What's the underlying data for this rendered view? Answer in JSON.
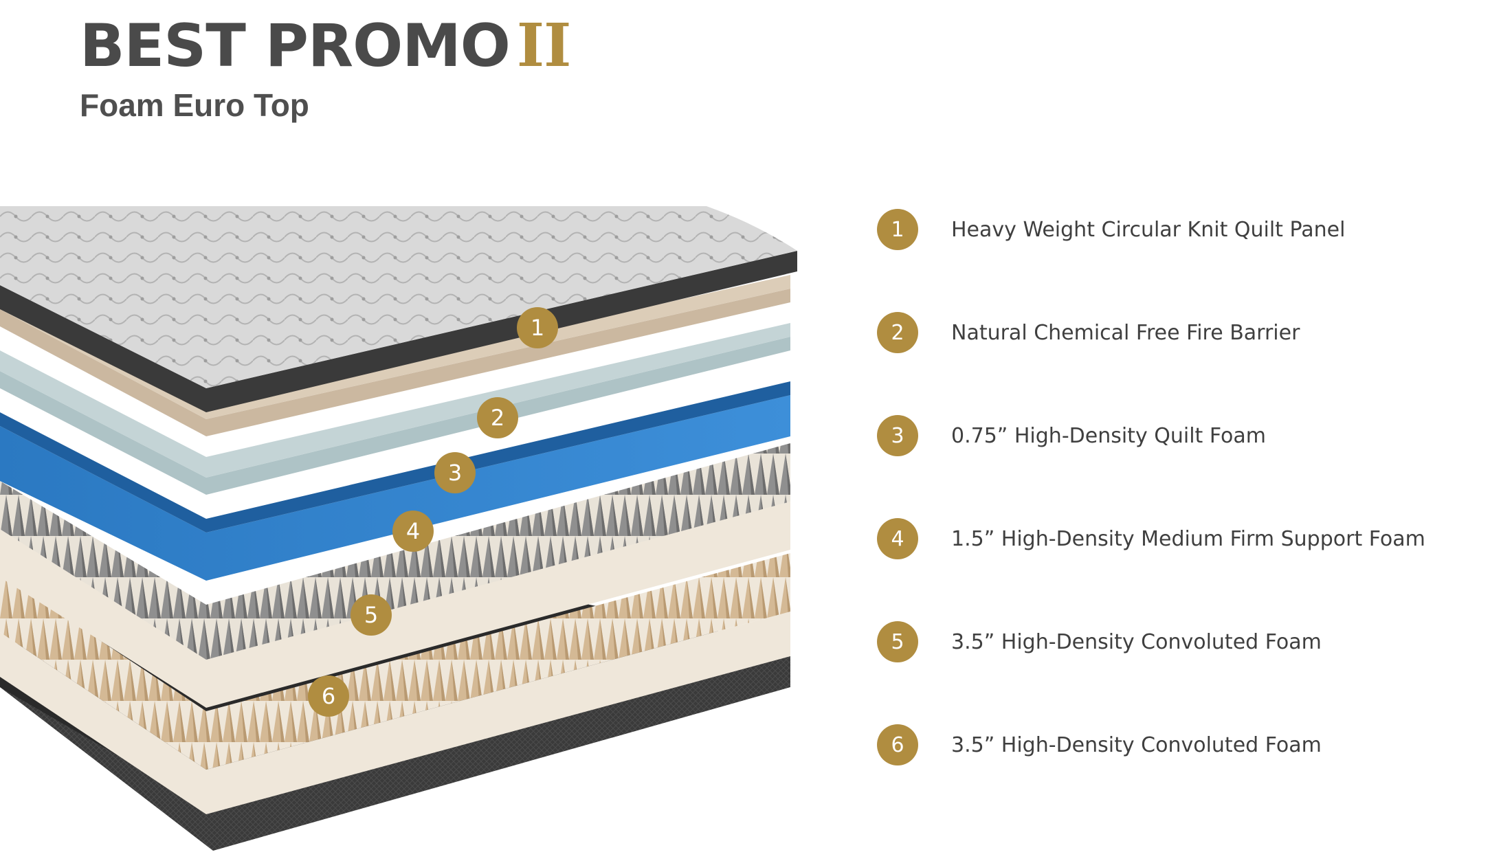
{
  "colors": {
    "accent": "#b08d40",
    "title_text": "#4a4a4a",
    "quilt_panel": "#d6d6d6",
    "fire_barrier": "#cbb8a0",
    "quilt_foam": "#aec3c6",
    "support_foam": "#2e7fc7",
    "convoluted_foam_grey": "#9a9a9a",
    "convoluted_foam_tan": "#d8c2a4",
    "foam_base": "#ebe4d8",
    "border_fabric": "#3a3a3a"
  },
  "header": {
    "title": "BEST PROMO",
    "title_accent": "II",
    "subtitle": "Foam Euro Top"
  },
  "layers": [
    {
      "number": "1",
      "label": "Heavy Weight Circular Knit Quilt Panel"
    },
    {
      "number": "2",
      "label": "Natural Chemical Free Fire Barrier"
    },
    {
      "number": "3",
      "label": "0.75” High-Density Quilt Foam"
    },
    {
      "number": "4",
      "label": "1.5” High-Density Medium Firm Support Foam"
    },
    {
      "number": "5",
      "label": "3.5” High-Density Convoluted Foam"
    },
    {
      "number": "6",
      "label": "3.5” High-Density Convoluted Foam"
    }
  ]
}
